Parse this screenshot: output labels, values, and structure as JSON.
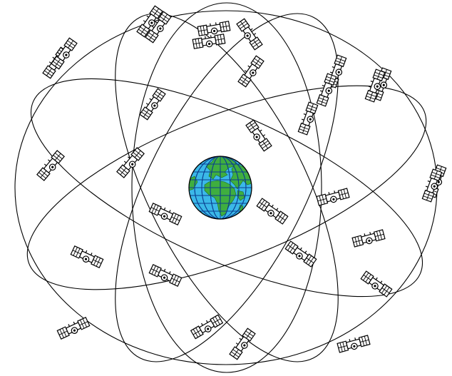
{
  "figure": {
    "subject": "satellite-constellation",
    "globe": {
      "ocean_color": "#3bb8e8",
      "land_color": "#3fae3f",
      "grid_color": "#0b3e8f",
      "outline_color": "#000000"
    },
    "orbit_color": "#000000",
    "satellite_color": "#000000",
    "orbit_count": 6,
    "satellite_count": 31
  }
}
